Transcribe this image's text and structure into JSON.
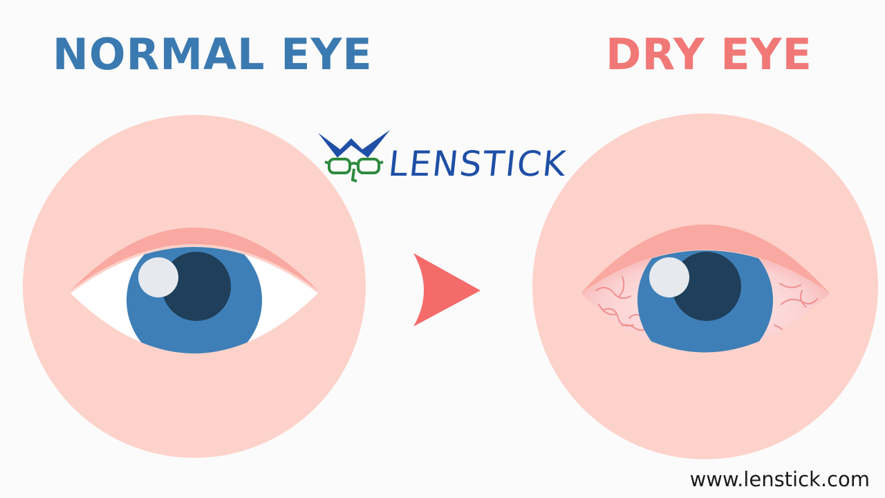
{
  "labels": {
    "normal_eye": "NORMAL EYE",
    "dry_eye": "DRY EYE"
  },
  "logo": {
    "text": "LENSTICK",
    "icon": "glasses-crown-icon"
  },
  "website": "www.lenstick.com",
  "icons": {
    "arrow": "arrow-right-icon"
  },
  "colors": {
    "normal_title": "#3b7ab0",
    "dry_title": "#f07876",
    "circle_bg": "#fdd2ca",
    "eyelid": "#f9a9a1",
    "iris": "#3f7fb7",
    "pupil": "#1f3f5a",
    "arrow": "#f46b6a",
    "logo_blue": "#1f4fa6",
    "logo_green": "#2f8a3e",
    "website_text": "#1a1a1a"
  }
}
